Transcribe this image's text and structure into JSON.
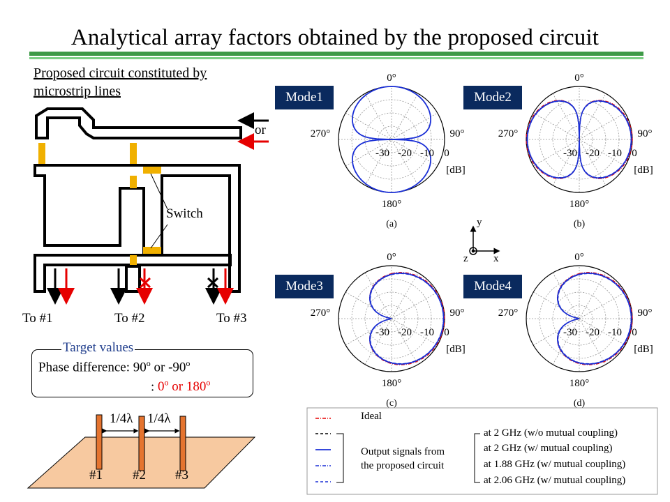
{
  "title": "Analytical array factors obtained by the proposed circuit",
  "circuit": {
    "heading_line1": "Proposed circuit constituted by",
    "heading_line2": "microstrip lines",
    "or_label": "or",
    "switch_label": "Switch",
    "outputs": [
      "To #1",
      "To #2",
      "To #3"
    ]
  },
  "target": {
    "title": "Target values",
    "line1_prefix": "Phase difference: 90",
    "line1_mid": " or -90",
    "deg": "o",
    "line2_prefix": ": ",
    "line2_a": "0",
    "line2_mid": " or 180"
  },
  "array": {
    "spacing1": "1/4λ",
    "spacing2": "1/4λ",
    "elements": [
      "#1",
      "#2",
      "#3"
    ]
  },
  "modes": [
    "Mode1",
    "Mode2",
    "Mode3",
    "Mode4"
  ],
  "polar": {
    "angle_labels": [
      "0",
      "90",
      "180",
      "270"
    ],
    "angle_unit": "°",
    "radial_labels": [
      "-30",
      "-20",
      "-10",
      "0"
    ],
    "unit": "[dB]",
    "captions": [
      "(a)",
      "(b)",
      "(c)",
      "(d)"
    ]
  },
  "axes": {
    "x": "x",
    "y": "y",
    "z": "z"
  },
  "legend": {
    "ideal": "Ideal",
    "group_line1": "Output signals from",
    "group_line2": "the proposed circuit",
    "entries": [
      "at 2 GHz (w/o mutual coupling)",
      "at 2 GHz (w/ mutual coupling)",
      "at 1.88 GHz (w/ mutual coupling)",
      "at 2.06 GHz (w/ mutual coupling)"
    ]
  },
  "colors": {
    "green_rule": "#3e9a47",
    "mode_box": "#0a2a5e",
    "trace_red": "#e60000",
    "trace_blue": "#1a2fd6",
    "switch": "#f0b000",
    "substrate": "#f7c9a0",
    "element": "#e5742f"
  }
}
